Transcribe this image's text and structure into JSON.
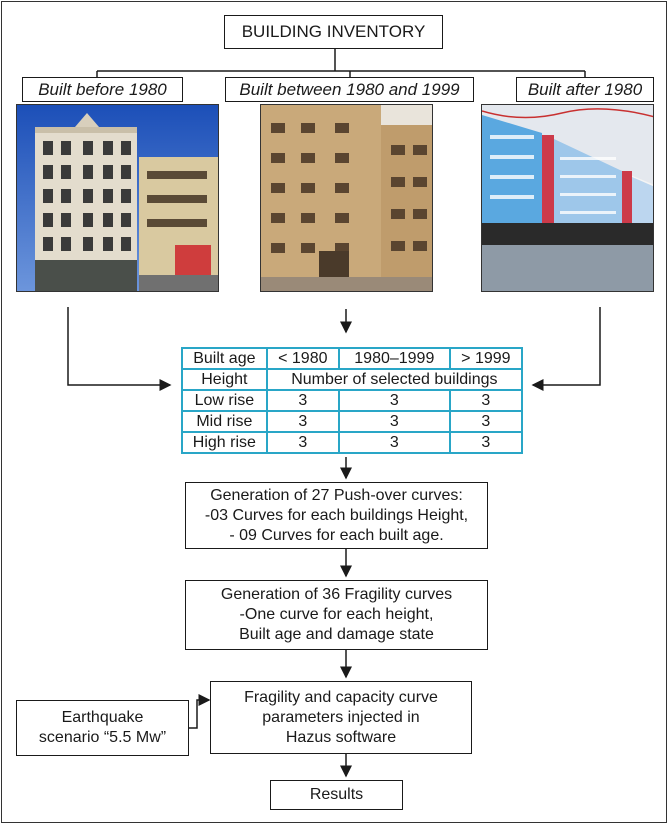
{
  "title": "BUILDING INVENTORY",
  "categories": [
    {
      "label": "Built before 1980"
    },
    {
      "label": "Built between 1980 and 1999"
    },
    {
      "label": "Built after 1980"
    }
  ],
  "table": {
    "header": [
      "Built age",
      "< 1980",
      "1980–1999",
      "> 1999"
    ],
    "subheader": [
      "Height",
      "Number of selected buildings"
    ],
    "rows": [
      {
        "label": "Low rise",
        "values": [
          "3",
          "3",
          "3"
        ]
      },
      {
        "label": "Mid rise",
        "values": [
          "3",
          "3",
          "3"
        ]
      },
      {
        "label": "High rise",
        "values": [
          "3",
          "3",
          "3"
        ]
      }
    ]
  },
  "steps": {
    "pushover": [
      "Generation of 27 Push-over curves:",
      "-03 Curves for each buildings Height,",
      "- 09 Curves for each built age."
    ],
    "fragility": [
      "Generation of 36 Fragility curves",
      "-One curve for each height,",
      "Built age and damage state"
    ],
    "hazus": [
      "Fragility and capacity curve",
      "parameters injected in",
      "Hazus software"
    ],
    "earthquake": [
      "Earthquake",
      "scenario “5.5 Mw”"
    ],
    "results": "Results"
  },
  "colors": {
    "table_border": "#29a6c7",
    "line": "#1a1a1a"
  }
}
